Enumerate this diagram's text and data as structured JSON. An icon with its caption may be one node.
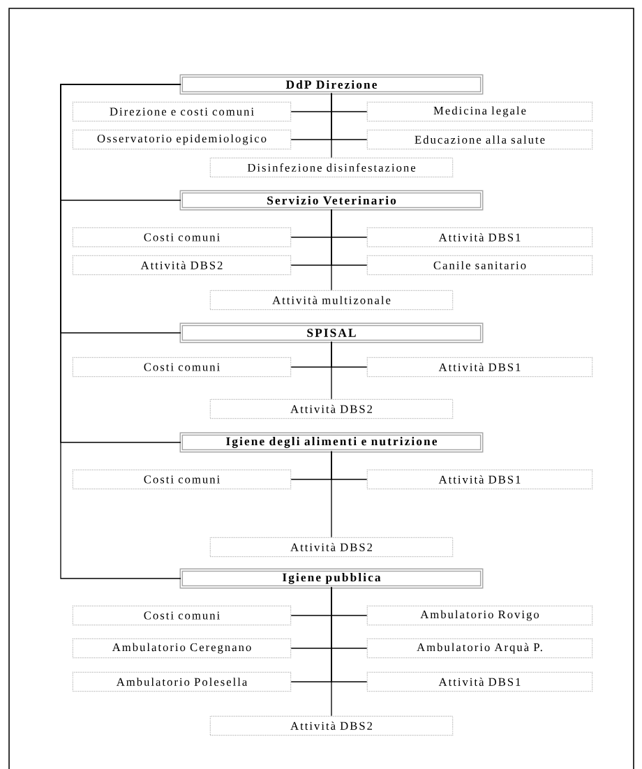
{
  "diagram": {
    "nodes": [
      {
        "text": [
          "DdP Direzione"
        ]
      },
      {
        "text": [
          "Direzione e costi comuni"
        ]
      },
      {
        "text": [
          "Medicina legale"
        ]
      },
      {
        "text": [
          "Osservatorio epidemiologico"
        ]
      },
      {
        "text": [
          "Educazione alla salute"
        ]
      },
      {
        "text": [
          "Disinfezione disinfestazione"
        ]
      },
      {
        "text": [
          "Servizio Veterinario"
        ]
      },
      {
        "text": [
          "Costi comuni"
        ]
      },
      {
        "text": [
          "Attività DBS1"
        ]
      },
      {
        "text": [
          "Attività DBS2"
        ]
      },
      {
        "text": [
          "Canile sanitario"
        ]
      },
      {
        "text": [
          "Attività multizonale"
        ]
      },
      {
        "text": [
          "SPISAL"
        ]
      },
      {
        "text": [
          "Costi comuni"
        ]
      },
      {
        "text": [
          "Attività DBS1"
        ]
      },
      {
        "text": [
          "Attività DBS2"
        ]
      },
      {
        "text": [
          "Igiene degli alimenti e nutrizione"
        ]
      },
      {
        "text": [
          "Costi comuni"
        ]
      },
      {
        "text": [
          "Attività DBS1"
        ]
      },
      {
        "text": [
          "Attività DBS2"
        ]
      },
      {
        "text": [
          "Igiene pubblica"
        ]
      },
      {
        "text": [
          "Costi comuni"
        ]
      },
      {
        "text": [
          "Ambulatorio Rovigo"
        ]
      },
      {
        "text": [
          "Ambulatorio Ceregnano"
        ]
      },
      {
        "text": [
          "Ambulatorio Arquà P."
        ]
      },
      {
        "text": [
          "Ambulatorio Polesella"
        ]
      },
      {
        "text": [
          "Attività DBS1"
        ]
      },
      {
        "text": [
          "Attività DBS2"
        ]
      }
    ],
    "edges": [
      {
        "from": 0,
        "to": 6,
        "arrow": "none"
      },
      {
        "from": 0,
        "to": 12,
        "arrow": "none"
      },
      {
        "from": 0,
        "to": 16,
        "arrow": "none"
      },
      {
        "from": 0,
        "to": 20,
        "arrow": "none"
      },
      {
        "from": 0,
        "to": 1,
        "arrow": "none"
      },
      {
        "from": 0,
        "to": 2,
        "arrow": "none"
      },
      {
        "from": 0,
        "to": 3,
        "arrow": "none"
      },
      {
        "from": 0,
        "to": 4,
        "arrow": "none"
      },
      {
        "from": 0,
        "to": 5,
        "arrow": "none"
      },
      {
        "from": 6,
        "to": 7,
        "arrow": "none"
      },
      {
        "from": 6,
        "to": 8,
        "arrow": "none"
      },
      {
        "from": 6,
        "to": 9,
        "arrow": "none"
      },
      {
        "from": 6,
        "to": 10,
        "arrow": "none"
      },
      {
        "from": 6,
        "to": 11,
        "arrow": "none"
      },
      {
        "from": 12,
        "to": 13,
        "arrow": "none"
      },
      {
        "from": 12,
        "to": 14,
        "arrow": "none"
      },
      {
        "from": 12,
        "to": 15,
        "arrow": "none"
      },
      {
        "from": 16,
        "to": 17,
        "arrow": "none"
      },
      {
        "from": 16,
        "to": 18,
        "arrow": "none"
      },
      {
        "from": 16,
        "to": 19,
        "arrow": "none"
      },
      {
        "from": 20,
        "to": 21,
        "arrow": "none"
      },
      {
        "from": 20,
        "to": 22,
        "arrow": "none"
      },
      {
        "from": 20,
        "to": 23,
        "arrow": "none"
      },
      {
        "from": 20,
        "to": 24,
        "arrow": "none"
      },
      {
        "from": 20,
        "to": 25,
        "arrow": "none"
      },
      {
        "from": 20,
        "to": 26,
        "arrow": "none"
      },
      {
        "from": 20,
        "to": 27,
        "arrow": "none"
      }
    ]
  }
}
